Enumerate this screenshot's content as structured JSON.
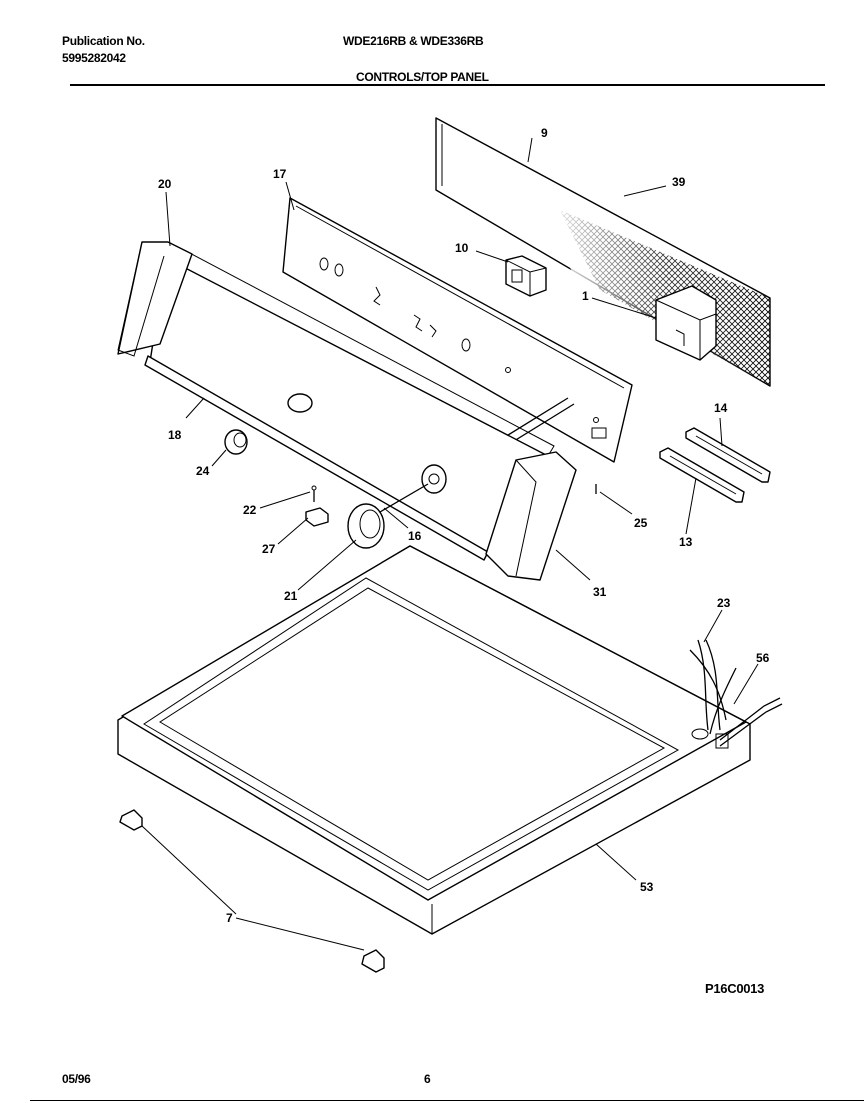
{
  "header": {
    "publication_label": "Publication No.",
    "publication_number": "5995282042",
    "models": "WDE216RB & WDE336RB",
    "section_title": "CONTROLS/TOP PANEL"
  },
  "figure_code": "P16C0013",
  "footer": {
    "date": "05/96",
    "page": "6"
  },
  "callouts": {
    "c1": "1",
    "c7": "7",
    "c9": "9",
    "c10": "10",
    "c13": "13",
    "c14": "14",
    "c16": "16",
    "c17": "17",
    "c18": "18",
    "c20": "20",
    "c21": "21",
    "c22": "22",
    "c23": "23",
    "c24": "24",
    "c25": "25",
    "c27": "27",
    "c31": "31",
    "c39": "39",
    "c53": "53",
    "c56": "56"
  }
}
